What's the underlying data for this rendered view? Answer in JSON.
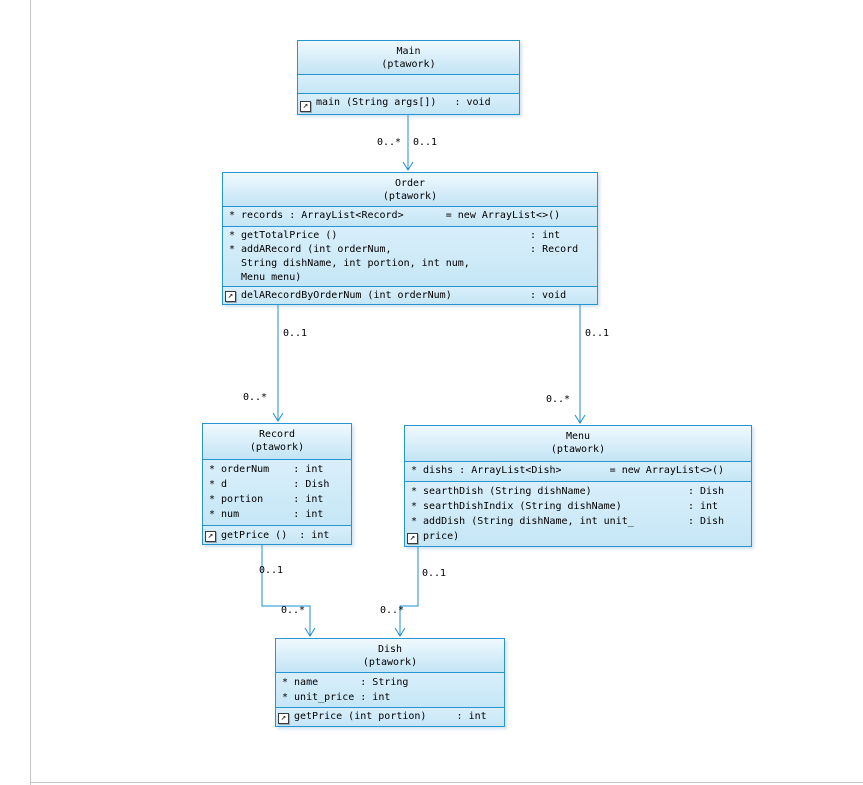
{
  "icons": {
    "operation_badge": "↗"
  },
  "classes": {
    "main": {
      "name": "Main",
      "package": "(ptawork)",
      "operations": [
        "main (String args[])   : void"
      ]
    },
    "order": {
      "name": "Order",
      "package": "(ptawork)",
      "attributes": [
        "* records : ArrayList<Record>       = new ArrayList<>()"
      ],
      "operations": [
        "* getTotalPrice ()                                : int",
        "* addARecord (int orderNum,                       : Record",
        "  String dishName, int portion, int num,",
        "  Menu menu)"
      ],
      "extra_operations": [
        "delARecordByOrderNum (int orderNum)             : void"
      ]
    },
    "record": {
      "name": "Record",
      "package": "(ptawork)",
      "attributes": [
        "* orderNum    : int",
        "* d           : Dish",
        "* portion     : int",
        "* num         : int"
      ],
      "operations": [
        "getPrice ()  : int"
      ]
    },
    "menu": {
      "name": "Menu",
      "package": "(ptawork)",
      "attributes": [
        "* dishs : ArrayList<Dish>        = new ArrayList<>()"
      ],
      "operations": [
        "* searthDish (String dishName)                : Dish",
        "* searthDishIndix (String dishName)           : int",
        "* addDish (String dishName, int unit_         : Dish",
        "  price)"
      ]
    },
    "dish": {
      "name": "Dish",
      "package": "(ptawork)",
      "attributes": [
        "* name       : String",
        "* unit_price : int"
      ],
      "operations": [
        "getPrice (int portion)     : int"
      ]
    }
  },
  "associations": {
    "main_order": {
      "m1": "0..*",
      "m2": "0..1"
    },
    "order_record": {
      "m1": "0..1",
      "m2": "0..*"
    },
    "order_menu": {
      "m1": "0..1",
      "m2": "0..*"
    },
    "record_dish": {
      "m1": "0..1",
      "m2": "0..*"
    },
    "menu_dish": {
      "m1": "0..1",
      "m2": "0..*"
    }
  }
}
